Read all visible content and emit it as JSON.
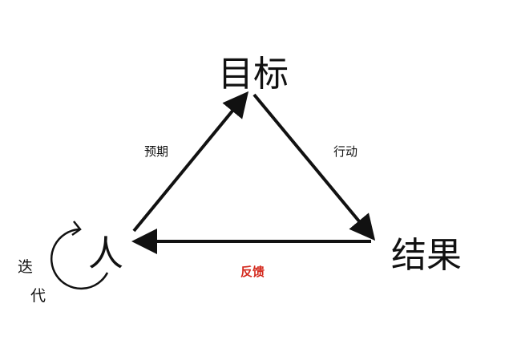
{
  "nodes": {
    "goal": "目标",
    "result": "结果",
    "person": "人"
  },
  "edges": {
    "expectation": "预期",
    "action": "行动",
    "feedback": "反馈"
  },
  "loop": {
    "char1": "迭",
    "char2": "代"
  },
  "colors": {
    "feedback": "#d42a1e",
    "line": "#111111"
  }
}
